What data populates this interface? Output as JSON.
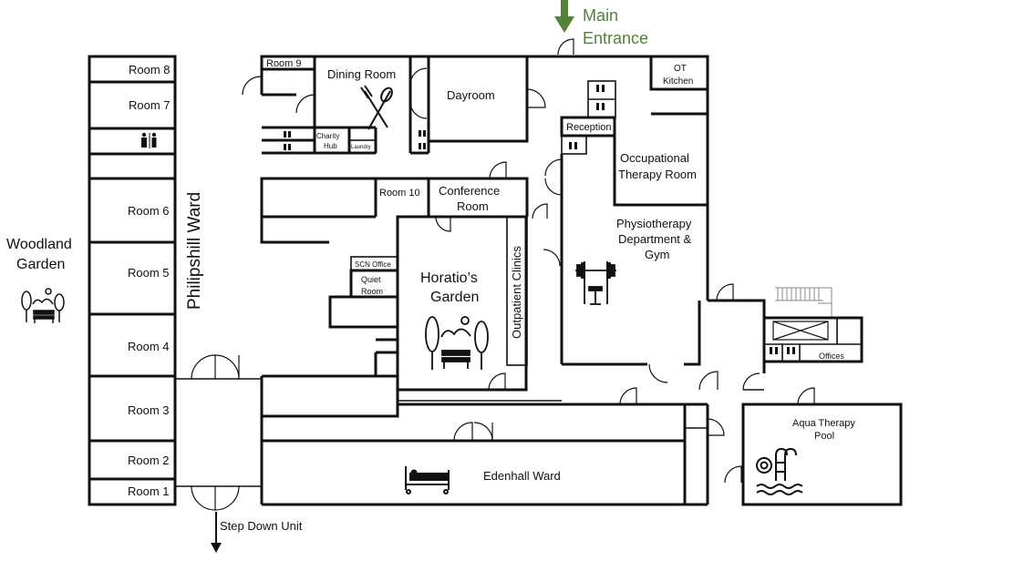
{
  "colors": {
    "entrance": "#538135",
    "wall": "#111111",
    "background": "#ffffff"
  },
  "labels": {
    "main_entrance_1": "Main",
    "main_entrance_2": "Entrance",
    "room8": "Room 8",
    "room7": "Room 7",
    "room6": "Room 6",
    "room5": "Room 5",
    "room4": "Room 4",
    "room3": "Room 3",
    "room2": "Room 2",
    "room1": "Room 1",
    "room9": "Room 9",
    "room10": "Room 10",
    "philipshill_ward": "Philipshill Ward",
    "woodland_garden_1": "Woodland",
    "woodland_garden_2": "Garden",
    "dining_room": "Dining Room",
    "dayroom": "Dayroom",
    "ot_kitchen_1": "OT",
    "ot_kitchen_2": "Kitchen",
    "reception": "Reception",
    "charity_hub_1": "Charity",
    "charity_hub_2": "Hub",
    "laundry": "Laundry",
    "conference_room_1": "Conference",
    "conference_room_2": "Room",
    "occupational_therapy_1": "Occupational",
    "occupational_therapy_2": "Therapy Room",
    "physiotherapy_1": "Physiotherapy",
    "physiotherapy_2": "Department &",
    "physiotherapy_3": "Gym",
    "scn_office": "SCN Office",
    "quiet_room_1": "Quiet",
    "quiet_room_2": "Room",
    "horatios_garden_1": "Horatio’s",
    "horatios_garden_2": "Garden",
    "outpatient_clinics": "Outpatient Clinics",
    "offices": "Offices",
    "aqua_therapy_1": "Aqua Therapy",
    "aqua_therapy_2": "Pool",
    "edenhall_ward": "Edenhall Ward",
    "step_down_unit": "Step Down Unit"
  },
  "icons": {
    "toilet": "toilet-icon",
    "dining": "cutlery-icon",
    "gym": "gym-icon",
    "garden": "garden-bench-icon",
    "ward": "hospital-bed-icon",
    "pool": "swimming-pool-icon",
    "stairs": "stairs-icon",
    "lift": "lift-icon"
  }
}
